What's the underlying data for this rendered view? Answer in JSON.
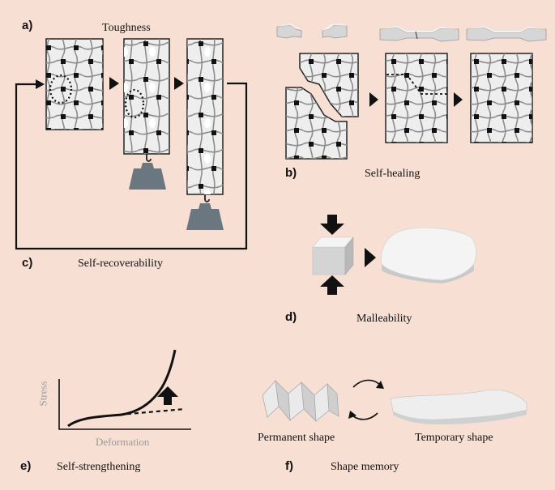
{
  "panels": {
    "a": {
      "letter": "a)",
      "caption": "Toughness"
    },
    "b": {
      "letter": "b)",
      "caption": "Self-healing"
    },
    "c": {
      "letter": "c)",
      "caption": "Self-recoverability"
    },
    "d": {
      "letter": "d)",
      "caption": "Malleability"
    },
    "e": {
      "letter": "e)",
      "caption": "Self-strengthening",
      "ylabel": "Stress",
      "xlabel": "Deformation"
    },
    "f": {
      "letter": "f)",
      "caption": "Shape memory",
      "left_label": "Permanent shape",
      "right_label": "Temporary shape"
    }
  },
  "colors": {
    "background": "#f7dfd4",
    "panel_fill": "#eeeeee",
    "strand": "#8c8c8c",
    "crosslink": "#111111",
    "weight": "#6a7680"
  }
}
